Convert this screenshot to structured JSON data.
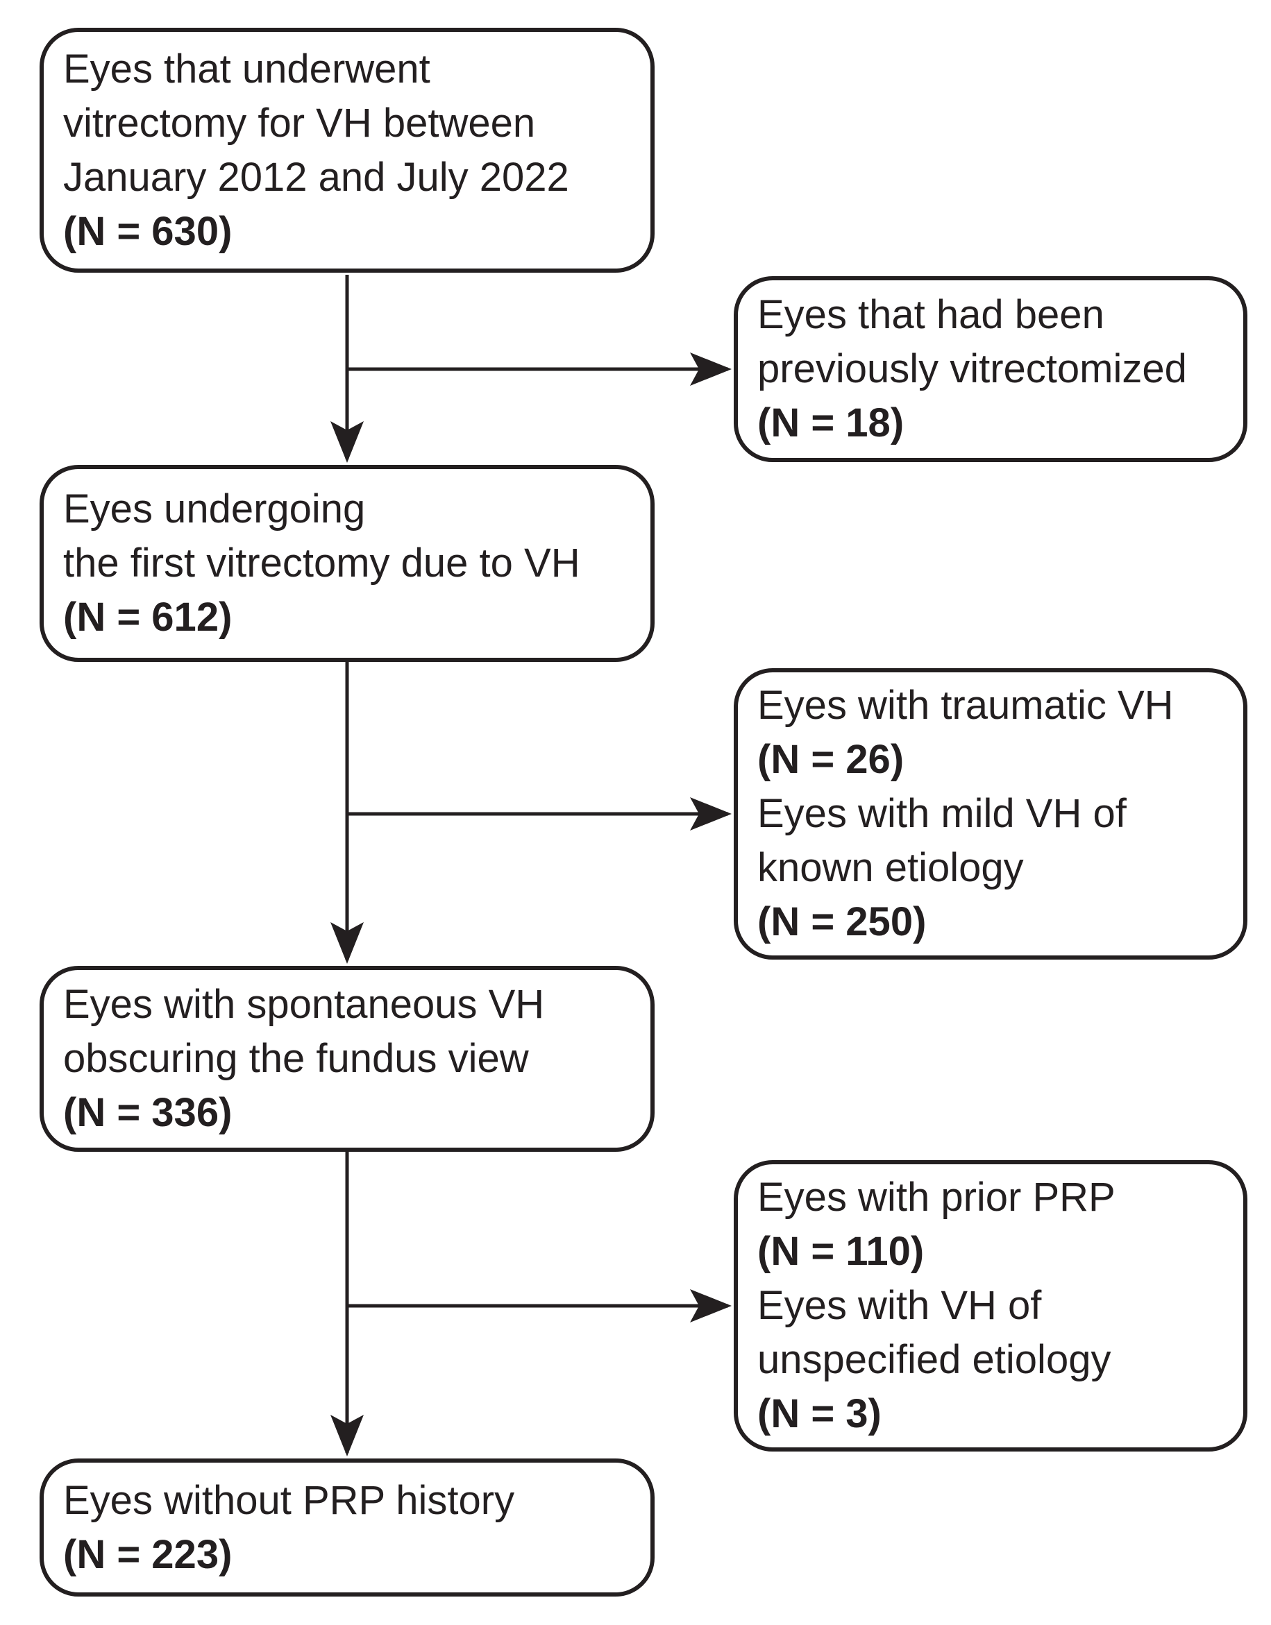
{
  "flowchart": {
    "ink_color": "#231f20",
    "boxes": {
      "total": {
        "line1": "Eyes that underwent",
        "line2": "vitrectomy for VH between",
        "line3": "January 2012 and July 2022",
        "n": "(N = 630)"
      },
      "excl_previous": {
        "line1": "Eyes that had been",
        "line2": "previously vitrectomized",
        "n": "(N = 18)"
      },
      "first": {
        "line1": "Eyes undergoing",
        "line2": "the first vitrectomy due to VH",
        "n": "(N = 612)"
      },
      "excl_traumatic": {
        "line1": "Eyes with traumatic VH",
        "n1": "(N = 26)",
        "line2": "Eyes with mild VH of",
        "line3": "known etiology",
        "n2": "(N = 250)"
      },
      "spontaneous": {
        "line1": "Eyes with spontaneous VH",
        "line2": "obscuring the fundus view",
        "n": "(N = 336)"
      },
      "excl_prp": {
        "line1": "Eyes with prior PRP",
        "n1": "(N = 110)",
        "line2": "Eyes with VH of",
        "line3": "unspecified etiology",
        "n2": "(N = 3)"
      },
      "no_prp": {
        "line1": "Eyes without PRP history",
        "n": "(N = 223)"
      }
    }
  }
}
